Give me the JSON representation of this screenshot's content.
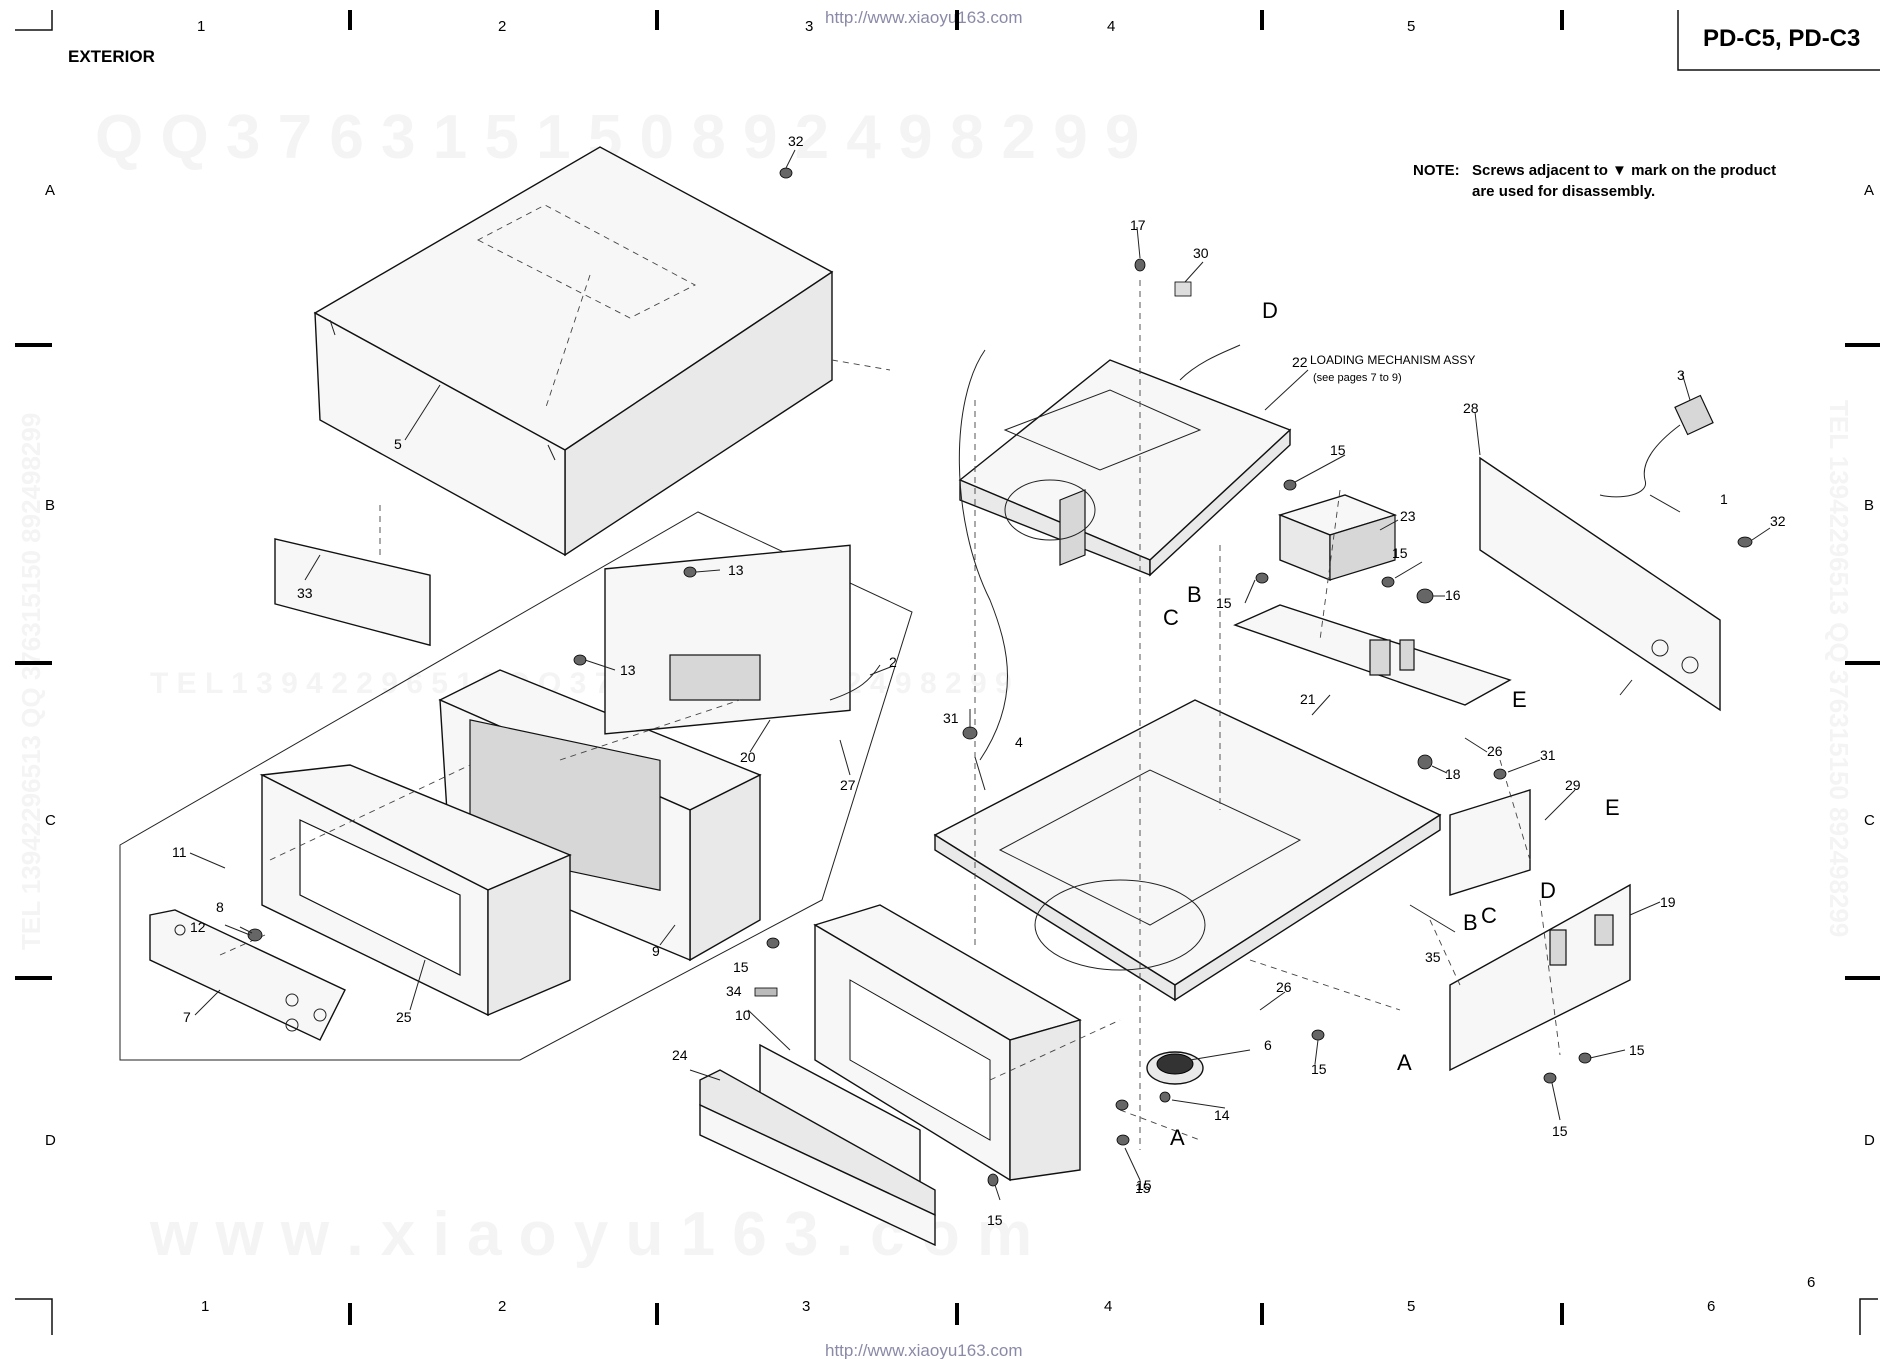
{
  "header": {
    "section_title": "EXTERIOR",
    "model": "PD-C5, PD-C3",
    "page_number": "6"
  },
  "note": {
    "label": "NOTE:",
    "line1": "Screws adjacent to ▼ mark on the product",
    "line2": "are used for disassembly."
  },
  "watermarks": {
    "url": "http://www.xiaoyu163.com",
    "qq": "Q Q   3 7 6 3 1 5 1 5 0          8 9 2 4 9 8 2 9 9",
    "tel_mid": "T E L   1 3 9 4 2 2 9 6 5 1 3        Q Q   3 7 6 3 1 5 1 5 0   8 9 2 4 9 8 2 9 9",
    "www": "w w w . x i a o y u 1 6 3 . c o m",
    "side_right": "TEL 13942296513  QQ 376315150 892498299",
    "side_left": "TEL 13942296513  QQ 376315150 892498299"
  },
  "grid": {
    "columns": [
      "1",
      "2",
      "3",
      "4",
      "5",
      "6"
    ],
    "rows": [
      "A",
      "B",
      "C",
      "D"
    ]
  },
  "assy": {
    "loading_mechanism": "LOADING MECHANISM ASSY",
    "loading_ref": "(see pages 7 to 9)"
  },
  "connectors": [
    "A",
    "A",
    "B",
    "B",
    "C",
    "C",
    "D",
    "D",
    "E",
    "E"
  ],
  "parts": [
    "1",
    "2",
    "3",
    "4",
    "5",
    "6",
    "7",
    "8",
    "9",
    "10",
    "11",
    "12",
    "13",
    "13",
    "14",
    "15",
    "15",
    "15",
    "15",
    "15",
    "15",
    "15",
    "15",
    "15",
    "15",
    "16",
    "17",
    "18",
    "19",
    "20",
    "21",
    "22",
    "23",
    "24",
    "25",
    "26",
    "26",
    "27",
    "28",
    "29",
    "30",
    "31",
    "31",
    "32",
    "32",
    "33",
    "34",
    "35"
  ]
}
